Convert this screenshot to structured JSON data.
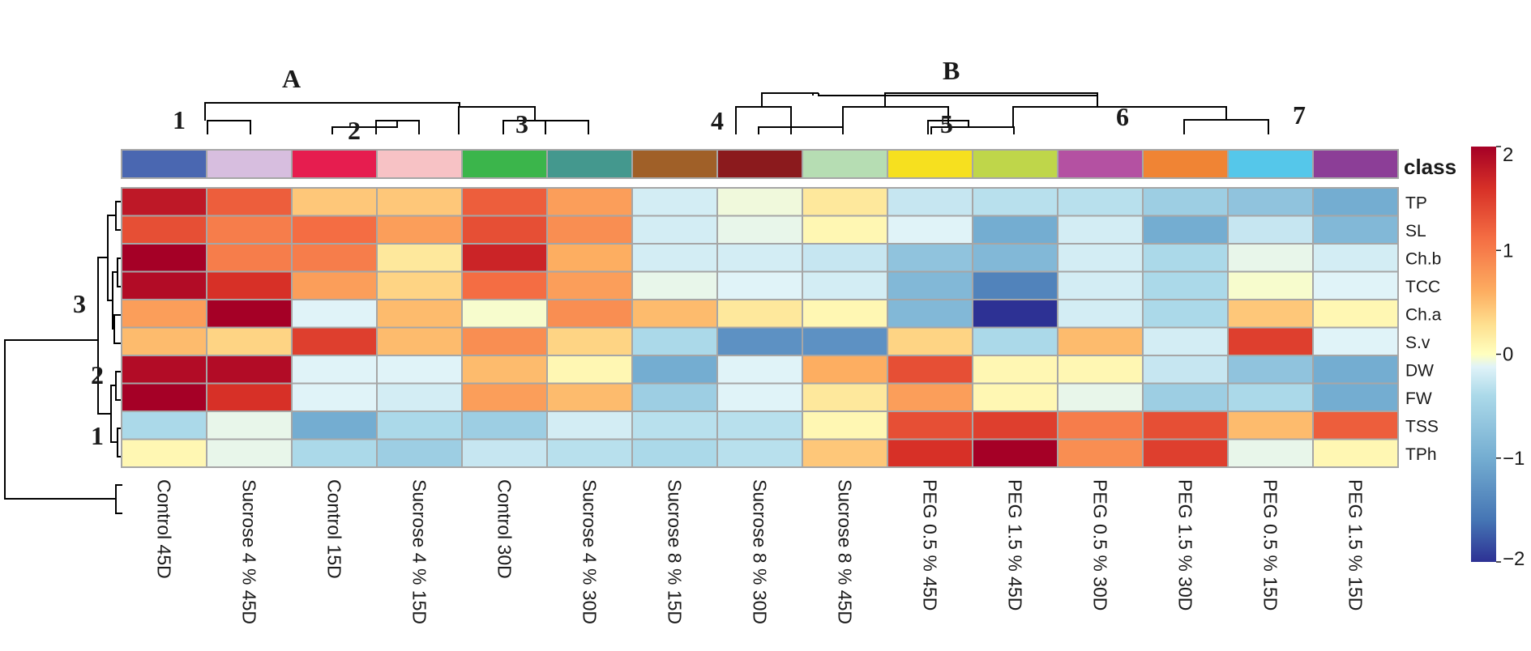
{
  "chart_data": {
    "type": "heatmap",
    "columns": [
      "Control 45D",
      "Sucrose 4 % 45D",
      "Control 15D",
      "Sucrose 4 % 15D",
      "Control 30D",
      "Sucrose 4 % 30D",
      "Sucrose 8 % 15D",
      "Sucrose 8 % 30D",
      "Sucrose 8 % 45D",
      "PEG 0.5 % 45D",
      "PEG 1.5 % 45D",
      "PEG 0.5 % 30D",
      "PEG 1.5 % 30D",
      "PEG 0.5 % 15D",
      "PEG 1.5 % 15D"
    ],
    "rows": [
      "TP",
      "SL",
      "Ch.b",
      "TCC",
      "Ch.a",
      "S.v",
      "DW",
      "FW",
      "TSS",
      "TPh"
    ],
    "values": [
      [
        1.8,
        1.3,
        0.6,
        0.6,
        1.3,
        0.9,
        -0.5,
        -0.2,
        0.3,
        -0.6,
        -0.7,
        -0.7,
        -0.9,
        -1.0,
        -1.2
      ],
      [
        1.4,
        1.1,
        1.2,
        0.9,
        1.4,
        1.0,
        -0.5,
        -0.3,
        0.1,
        -0.4,
        -1.2,
        -0.5,
        -1.2,
        -0.6,
        -1.1
      ],
      [
        2.0,
        1.1,
        1.1,
        0.3,
        1.7,
        0.8,
        -0.5,
        -0.5,
        -0.6,
        -1.0,
        -1.1,
        -0.5,
        -0.8,
        -0.3,
        -0.5
      ],
      [
        1.9,
        1.6,
        0.9,
        0.5,
        1.2,
        0.9,
        -0.3,
        -0.4,
        -0.5,
        -1.1,
        -1.5,
        -0.5,
        -0.8,
        -0.1,
        -0.4
      ],
      [
        0.9,
        2.0,
        -0.4,
        0.7,
        -0.1,
        1.0,
        0.7,
        0.3,
        0.1,
        -1.1,
        -2.2,
        -0.5,
        -0.8,
        0.6,
        0.1
      ],
      [
        0.7,
        0.5,
        1.5,
        0.7,
        1.0,
        0.5,
        -0.8,
        -1.4,
        -1.4,
        0.5,
        -0.8,
        0.7,
        -0.5,
        1.5,
        -0.4
      ],
      [
        1.9,
        1.9,
        -0.4,
        -0.4,
        0.7,
        0.1,
        -1.2,
        -0.4,
        0.8,
        1.4,
        0.1,
        0.1,
        -0.6,
        -1.0,
        -1.2
      ],
      [
        2.1,
        1.6,
        -0.4,
        -0.5,
        0.9,
        0.7,
        -0.9,
        -0.4,
        0.3,
        0.9,
        0.1,
        -0.3,
        -0.9,
        -0.8,
        -1.2
      ],
      [
        -0.8,
        -0.3,
        -1.2,
        -0.8,
        -0.9,
        -0.5,
        -0.7,
        -0.7,
        0.1,
        1.4,
        1.5,
        1.1,
        1.4,
        0.7,
        1.3
      ],
      [
        0.1,
        -0.3,
        -0.8,
        -0.9,
        -0.6,
        -0.7,
        -0.8,
        -0.7,
        0.6,
        1.6,
        2.1,
        1.0,
        1.5,
        -0.3,
        0.1
      ]
    ],
    "class": {
      "label": "class",
      "colors": [
        "#4a67b1",
        "#d7bedf",
        "#e61d4f",
        "#f7c2c5",
        "#3bb54b",
        "#44988e",
        "#a06028",
        "#8b1a1d",
        "#b6ddb3",
        "#f6e01f",
        "#bfd64a",
        "#b451a2",
        "#f08434",
        "#55c7ea",
        "#8c3e97"
      ]
    },
    "colorbar": {
      "min": -2,
      "max": 2,
      "ticks": [
        "2",
        "1",
        "0",
        "−1",
        "−2"
      ]
    },
    "color_scale": [
      "#2d3194",
      "#4575b4",
      "#74add1",
      "#abd9e9",
      "#e0f3f8",
      "#ffffbf",
      "#fee090",
      "#fdae61",
      "#f46d43",
      "#d73027",
      "#a50026"
    ],
    "column_cluster_labels": [
      "A",
      "B",
      "1",
      "2",
      "3",
      "4",
      "5",
      "6",
      "7"
    ],
    "row_cluster_labels": [
      "3",
      "2",
      "1"
    ]
  }
}
